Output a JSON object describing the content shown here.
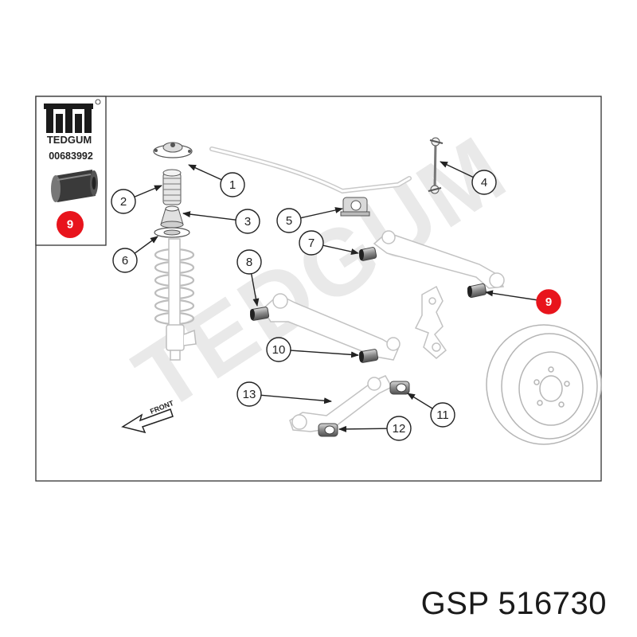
{
  "logo": {
    "brand": "TEDGUM",
    "part_number": "00683992",
    "highlight_number": "9"
  },
  "watermark": "TEDGUM",
  "front_label": "FRONT",
  "callouts": [
    "1",
    "2",
    "3",
    "4",
    "5",
    "6",
    "7",
    "8",
    "9",
    "10",
    "11",
    "12",
    "13"
  ],
  "highlighted_callout": "9",
  "colors": {
    "highlight": "#e8141c",
    "line": "#222222",
    "part": "#9a9a9a",
    "watermark": "#e9e9e9"
  },
  "caption": "GSP 516730"
}
